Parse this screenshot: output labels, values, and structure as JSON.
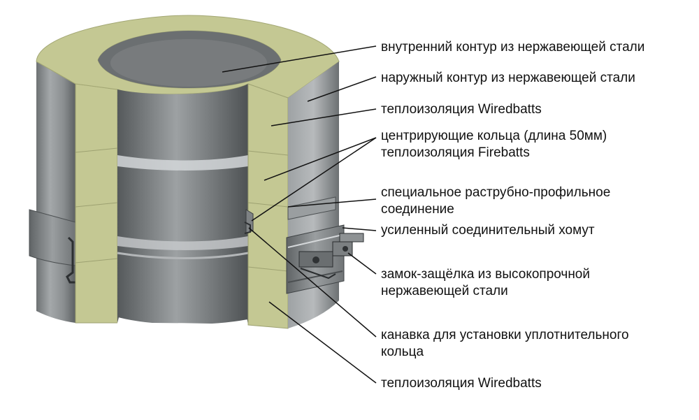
{
  "labels": {
    "inner_contour": "внутренний контур из нержавеющей стали",
    "outer_contour": "наружный контур из нержавеющей стали",
    "insulation_top": "теплоизоляция Wiredbatts",
    "centering_rings_1": "центрирующие кольца (длина 50мм)",
    "centering_rings_2": "теплоизоляция Firebatts",
    "socket_joint_1": "специальное раструбно-профильное",
    "socket_joint_2": "соединение",
    "clamp": "усиленный соединительный хомут",
    "latch_1": "замок-защёлка из высокопрочной",
    "latch_2": "нержавеющей стали",
    "groove_1": "канавка для установки уплотнительного",
    "groove_2": "кольца",
    "insulation_bottom": "теплоизоляция Wiredbatts"
  },
  "colors": {
    "steel": "#8e9294",
    "steel_dark": "#5f6365",
    "steel_light": "#c3c6c8",
    "insulation": "#c4c893",
    "insulation_dark": "#a9ad78",
    "leader": "#111111"
  }
}
